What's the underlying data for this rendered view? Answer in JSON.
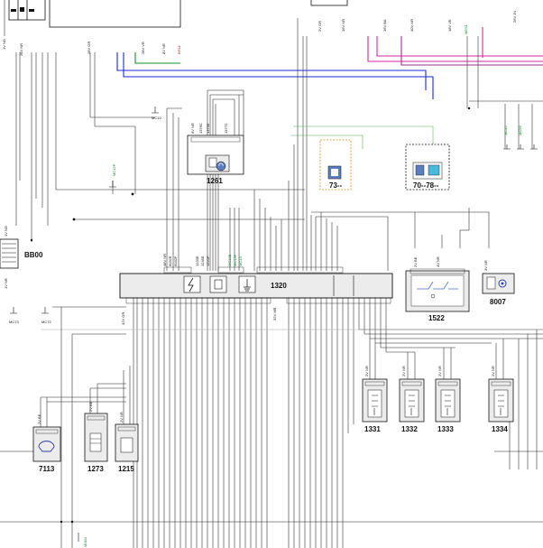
{
  "components": {
    "c1320": "1320",
    "c1261": "1261",
    "c1522": "1522",
    "c8007": "8007",
    "c7113": "7113",
    "c1273": "1273",
    "c1215": "1215",
    "c1331": "1331",
    "c1332": "1332",
    "c1333": "1333",
    "c1334": "1334",
    "bb00": "BB00",
    "c73": "73--",
    "c70": "70--78--"
  },
  "connectors": {
    "c1320_top": "48V NR",
    "c1320_bottom_left": "32V GR",
    "c1320_bottom_right": "32V MR",
    "c1261": "6V NR",
    "c1522_a": "2V BE",
    "c1522_b": "4V NR",
    "c8007": "3V NR",
    "c7113": "2V BE",
    "c1273": "2V BE",
    "c1215": "2V NR",
    "c1331": "2V NR",
    "c1332": "2V NR",
    "c1333": "2V NR",
    "c1334": "2V NR",
    "bb00": "1V ND",
    "bb00_b": "1V NR",
    "top_left": "1V ND",
    "top_28v": "28V NR",
    "top_28v_gr": "28V GR",
    "top_28v_vr": "28V VR",
    "top_8v": "8V NR",
    "top_2v_gr": "2V GR",
    "top_16v_nr": "16V NR",
    "top_16v_ba": "16V BA",
    "top_40v": "40V NR",
    "top_18v_ve": "18V VE",
    "top_26v": "26V JN"
  },
  "wires": {
    "w1": "6032E",
    "w2": "6032F",
    "w3": "1220E",
    "w4": "1245E",
    "w5": "1220F",
    "w6": "MC12P",
    "w7": "MC10",
    "w8": "1376C",
    "w9": "1376E",
    "w10": "1377C",
    "w11": "MC12B",
    "w12": "MC13P",
    "w13": "MC13",
    "w14": "MM01",
    "w15": "MC72",
    "w16": "MC73",
    "w17": "BF04",
    "w18": "MES1",
    "w19": "MC45",
    "w20": "MC56"
  }
}
